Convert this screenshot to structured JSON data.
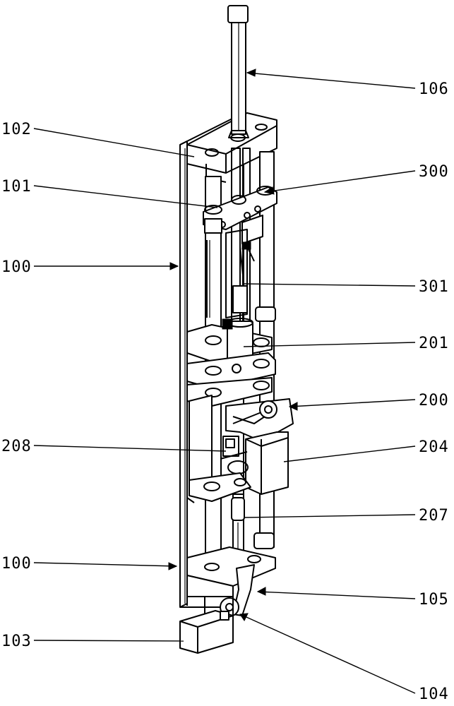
{
  "labels": [
    {
      "id": "106",
      "text": "106"
    },
    {
      "id": "102",
      "text": "102"
    },
    {
      "id": "300",
      "text": "300"
    },
    {
      "id": "101",
      "text": "101"
    },
    {
      "id": "100a",
      "text": "100"
    },
    {
      "id": "301",
      "text": "301"
    },
    {
      "id": "201",
      "text": "201"
    },
    {
      "id": "200",
      "text": "200"
    },
    {
      "id": "208",
      "text": "208"
    },
    {
      "id": "204",
      "text": "204"
    },
    {
      "id": "207",
      "text": "207"
    },
    {
      "id": "100b",
      "text": "100"
    },
    {
      "id": "105",
      "text": "105"
    },
    {
      "id": "103",
      "text": "103"
    },
    {
      "id": "104",
      "text": "104"
    }
  ]
}
